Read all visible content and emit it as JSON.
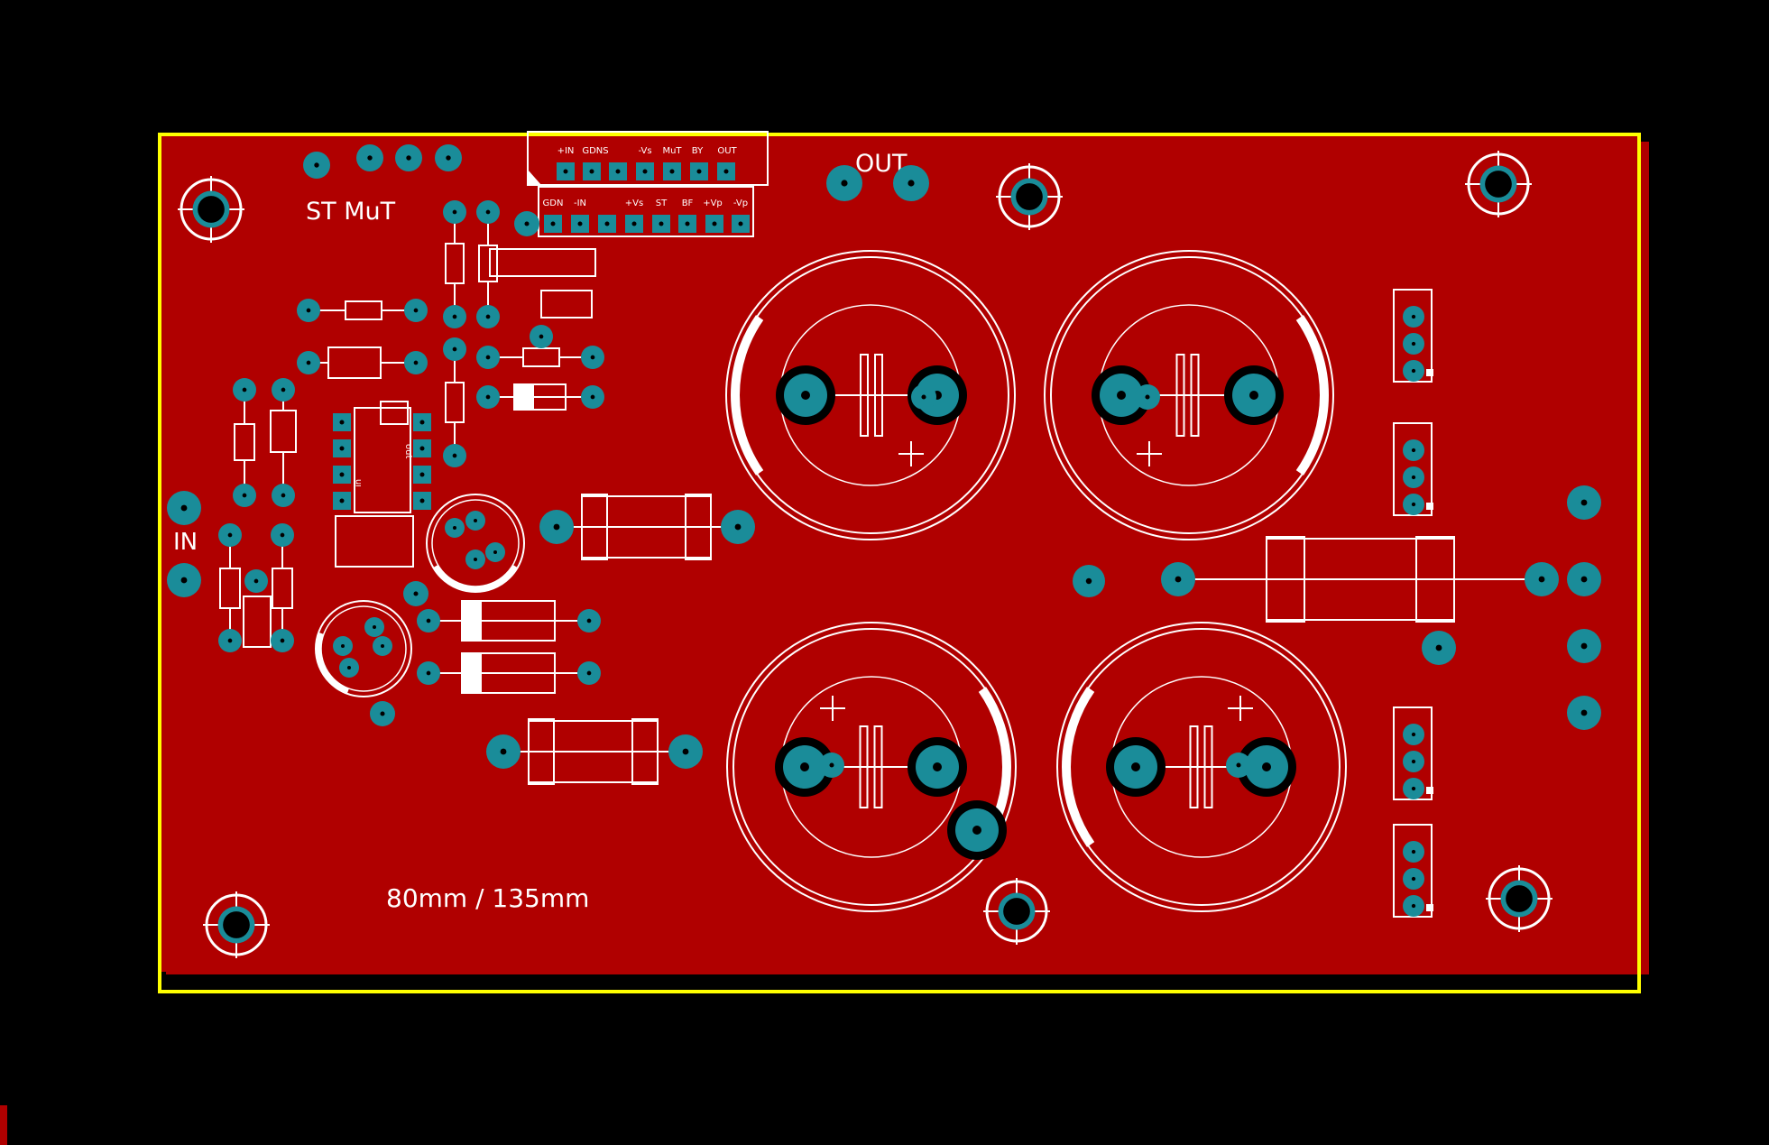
{
  "colors": {
    "background": "#000000",
    "copper": "#b00000",
    "board_outline": "#ffff00",
    "silkscreen": "#ffffff",
    "pad": "#1a8c99",
    "drill": "#000000"
  },
  "labels": {
    "board_name": "ST MuT",
    "input": "IN",
    "output": "OUT",
    "dimensions": "80mm / 135mm"
  },
  "header_top": {
    "pins": [
      "+IN",
      "GDNS",
      "-Vs",
      "MuT",
      "BY",
      "OUT"
    ]
  },
  "header_bottom": {
    "pins": [
      "GDN",
      "-IN",
      "+Vs",
      "ST",
      "BF",
      "+Vp",
      "-Vp"
    ]
  },
  "ic": {
    "pin_label_in": "in",
    "pin_label_out": "out"
  }
}
